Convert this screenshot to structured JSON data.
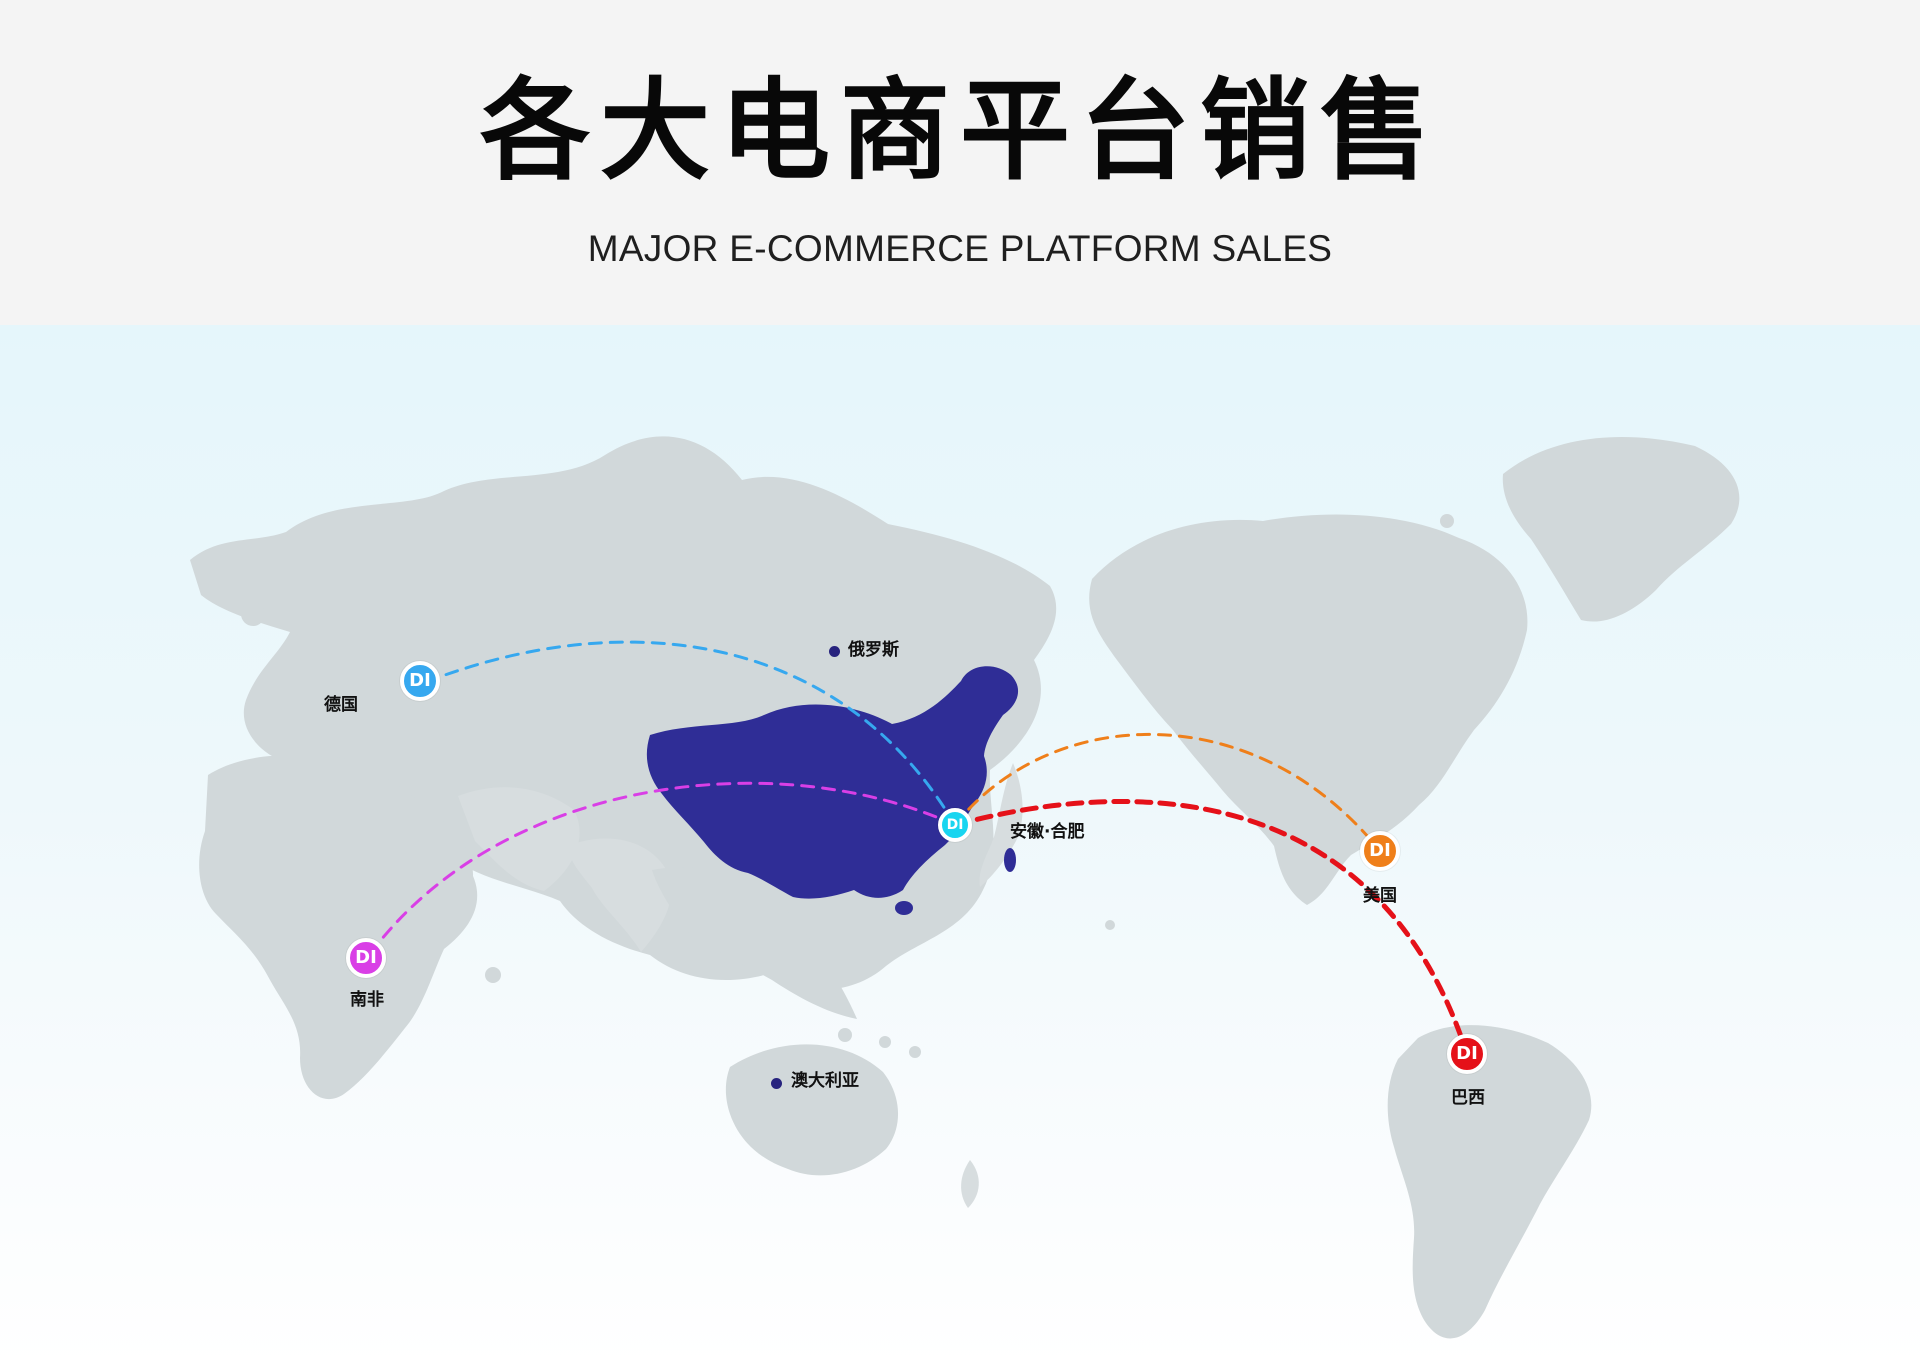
{
  "header": {
    "title": "各大电商平台销售",
    "subtitle": "MAJOR E-COMMERCE PLATFORM SALES"
  },
  "map": {
    "hub": {
      "name": "安徽·合肥",
      "marker_text": "DI",
      "color": "#18d5f0"
    },
    "destinations": [
      {
        "id": "germany",
        "name": "德国",
        "marker_text": "DI",
        "color": "#36a8ef"
      },
      {
        "id": "south-africa",
        "name": "南非",
        "marker_text": "DI",
        "color": "#d93fe6"
      },
      {
        "id": "usa",
        "name": "美国",
        "marker_text": "DI",
        "color": "#ef7f1a"
      },
      {
        "id": "brazil",
        "name": "巴西",
        "marker_text": "DI",
        "color": "#e51119"
      }
    ],
    "other_labels": [
      {
        "id": "russia",
        "name": "俄罗斯"
      },
      {
        "id": "australia",
        "name": "澳大利亚"
      }
    ],
    "colors": {
      "land": "#d1d8da",
      "china": "#2f2d96",
      "label_dot": "#27237e"
    }
  }
}
